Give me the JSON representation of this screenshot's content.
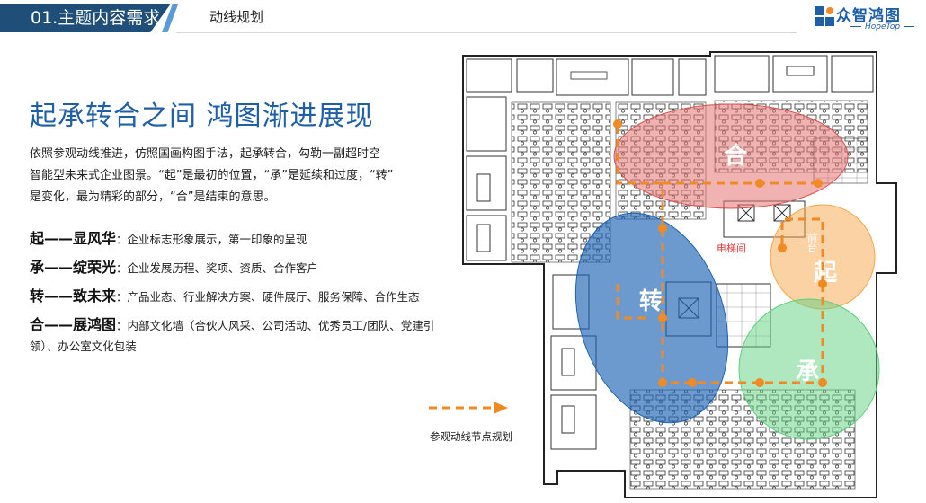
{
  "header": {
    "tag": "01.主题内容需求",
    "subtitle": "动线规划"
  },
  "logo": {
    "name": "众智鸿图",
    "en": "HopeTop"
  },
  "title": "起承转合之间 鸿图渐进展现",
  "intro": [
    "依照参观动线推进，仿照国画构图手法，起承转合，勾勒一副超时空",
    "智能型未来式企业图景。“起”是最初的位置，“承”是延续和过度，“转”",
    "是变化，最为精彩的部分，“合”是结束的意思。"
  ],
  "items": [
    {
      "head": "起——显风华",
      "text": "：企业标志形象展示，第一印象的呈现"
    },
    {
      "head": "承——绽荣光",
      "text": "：企业发展历程、奖项、资质、合作客户"
    },
    {
      "head": "转——致未来",
      "text": "：产品业态、行业解决方案、硬件展厅、服务保障、合作生态"
    },
    {
      "head": "合——展鸿图",
      "text": "：内部文化墙（合伙人风采、公司活动、优秀员工/团队、党建引领）、办公室文化包装"
    }
  ],
  "legend": "参观动线节点规划",
  "plan": {
    "zones": {
      "qi": "起",
      "cheng": "承",
      "zhuan": "转",
      "he": "合"
    },
    "labels": {
      "elevator": "电梯间",
      "front_desk": "前台"
    }
  },
  "colors": {
    "brand": "#1f5fa8",
    "route": "#f08a24",
    "zone_he": "#e57373",
    "zone_zhuan": "#1e64b4",
    "zone_qi": "#f5a54a",
    "zone_cheng": "#5fcf80"
  }
}
